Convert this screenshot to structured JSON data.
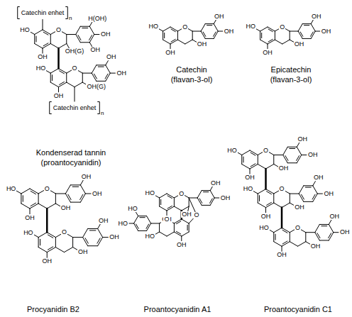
{
  "diagram": {
    "labels": [
      "Catechin enhet",
      "n",
      "HO",
      "OH",
      "O",
      "OH(G)",
      "H(OH)",
      "OH",
      "OH",
      "HO",
      "OH",
      "O",
      "OH(G)",
      "OH",
      "OH",
      "Catechin enhet",
      "n",
      "Kondenserad tannin",
      "(proantocyanidin)",
      "HO",
      "OH",
      "O",
      "OH",
      "OH",
      "OH",
      "Catechin",
      "(flavan-3-ol)",
      "HO",
      "OH",
      "O",
      "OH",
      "OH",
      "OH",
      "Epicatechin",
      "(flavan-3-ol)",
      "HO",
      "OH",
      "O",
      "OH",
      "OH",
      "OH",
      "HO",
      "OH",
      "O",
      "OH",
      "OH",
      "OH",
      "Procyanidin B2",
      "HO",
      "OH",
      "O",
      "OH",
      "OH",
      "OH",
      "O",
      "OH",
      "O",
      "HO",
      "HO",
      "HO",
      "Proantocyanidin A1",
      "HO",
      "OH",
      "O",
      "OH",
      "OH",
      "OH",
      "HO",
      "OH",
      "O",
      "OH",
      "OH",
      "OH",
      "HO",
      "OH",
      "O",
      "OH",
      "OH",
      "OH",
      "Proantocyanidin C1"
    ]
  }
}
